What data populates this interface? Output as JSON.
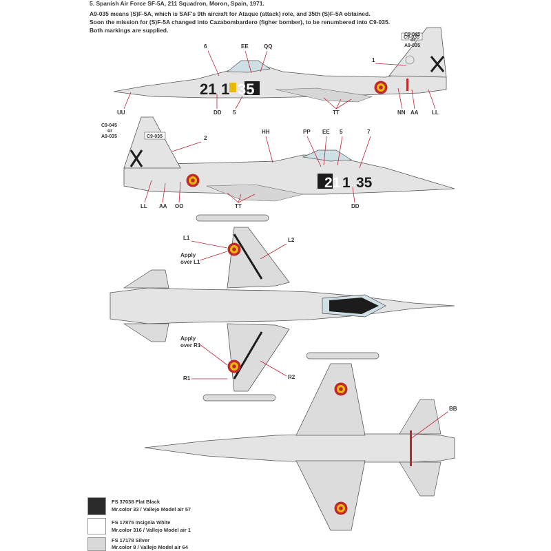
{
  "header": {
    "title": "5. Spanish Air Force SF-5A, 211 Squadron, Moron, Spain, 1971.",
    "line1": "A9-035 means (S)F-5A, which is SAF's 9th aircraft for Ataque (attack) role, and 35th (S)F-5A obtained.",
    "line2": "Soon the mission for (S)F-5A changed into Cazabombardero (figher bomber), to be renumbered into C9-035.",
    "line3": "Both markings are supplied."
  },
  "markings": {
    "code": "211-35",
    "code_parts": [
      "21",
      "1",
      "35"
    ],
    "tail_box_1": "C9-035",
    "tail_box_2": "C9-035",
    "tail_alt": [
      "C9-045",
      "or",
      "A9-035"
    ]
  },
  "callouts": {
    "top_view": [
      "6",
      "EE",
      "QQ",
      "1",
      "UU",
      "DD",
      "5",
      "TT",
      "NN",
      "AA",
      "LL"
    ],
    "side_view": [
      "2",
      "HH",
      "PP",
      "EE",
      "5",
      "7",
      "LL",
      "AA",
      "OO",
      "TT",
      "DD"
    ],
    "under_view": [
      "L1",
      "L2",
      "Apply",
      "over L1",
      "Apply",
      "over R1",
      "R1",
      "R2"
    ],
    "plan_view": [
      "BB"
    ]
  },
  "legend": [
    {
      "code": "FS 37038 Flat Black",
      "mix": "Mr.color 33 / Vallejo Model air 57",
      "color": "#2b2b2b"
    },
    {
      "code": "FS 17875 Insignia White",
      "mix": "Mr.color 316 / Vallejo Model air 1",
      "color": "#ffffff"
    },
    {
      "code": "FS 17178 Silver",
      "mix": "Mr.color 8 / Vallejo Model air 64",
      "color": "#d9d9d9"
    }
  ],
  "colors": {
    "silver": "#dcdcdc",
    "black": "#1c1c1c",
    "red": "#c0282a",
    "yellow": "#e8b80e",
    "canopy": "#cfdfe6",
    "callout": "#c02236"
  }
}
